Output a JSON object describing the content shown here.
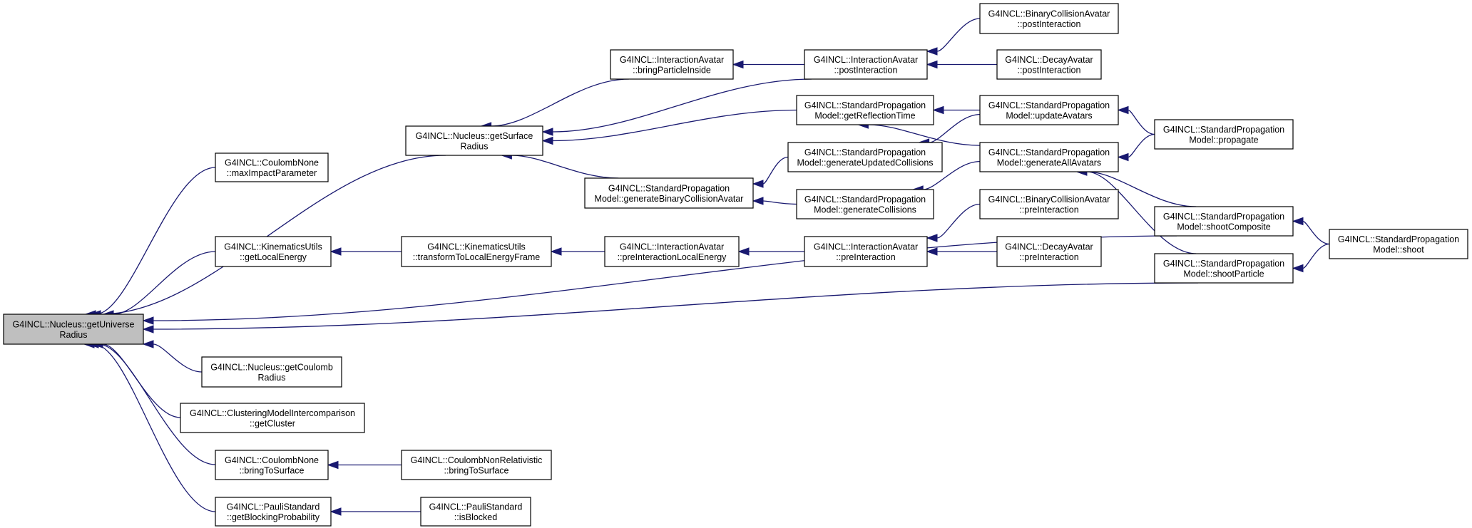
{
  "diagram": {
    "nodes": [
      {
        "id": "root",
        "lines": [
          "G4INCL::Nucleus::getUniverse",
          "Radius"
        ],
        "highlighted": true
      },
      {
        "id": "coulombNone_maxImpact",
        "lines": [
          "G4INCL::CoulombNone",
          "::maxImpactParameter"
        ]
      },
      {
        "id": "nucleus_getSurface",
        "lines": [
          "G4INCL::Nucleus::getSurface",
          "Radius"
        ]
      },
      {
        "id": "kinUtils_getLocalEnergy",
        "lines": [
          "G4INCL::KinematicsUtils",
          "::getLocalEnergy"
        ]
      },
      {
        "id": "nucleus_getCoulomb",
        "lines": [
          "G4INCL::Nucleus::getCoulomb",
          "Radius"
        ]
      },
      {
        "id": "clustering_getCluster",
        "lines": [
          "G4INCL::ClusteringModelIntercomparison",
          "::getCluster"
        ]
      },
      {
        "id": "coulombNone_bring",
        "lines": [
          "G4INCL::CoulombNone",
          "::bringToSurface"
        ]
      },
      {
        "id": "pauli_getBlocking",
        "lines": [
          "G4INCL::PauliStandard",
          "::getBlockingProbability"
        ]
      },
      {
        "id": "iavatar_bringInside",
        "lines": [
          "G4INCL::InteractionAvatar",
          "::bringParticleInside"
        ]
      },
      {
        "id": "spm_genBinary",
        "lines": [
          "G4INCL::StandardPropagation",
          "Model::generateBinaryCollisionAvatar"
        ]
      },
      {
        "id": "kinUtils_transform",
        "lines": [
          "G4INCL::KinematicsUtils",
          "::transformToLocalEnergyFrame"
        ]
      },
      {
        "id": "coulombNonRel_bring",
        "lines": [
          "G4INCL::CoulombNonRelativistic",
          "::bringToSurface"
        ]
      },
      {
        "id": "pauli_isBlocked",
        "lines": [
          "G4INCL::PauliStandard",
          "::isBlocked"
        ]
      },
      {
        "id": "iavatar_postInteraction",
        "lines": [
          "G4INCL::InteractionAvatar",
          "::postInteraction"
        ]
      },
      {
        "id": "spm_getReflection",
        "lines": [
          "G4INCL::StandardPropagation",
          "Model::getReflectionTime"
        ]
      },
      {
        "id": "spm_genUpdated",
        "lines": [
          "G4INCL::StandardPropagation",
          "Model::generateUpdatedCollisions"
        ]
      },
      {
        "id": "spm_genCollisions",
        "lines": [
          "G4INCL::StandardPropagation",
          "Model::generateCollisions"
        ]
      },
      {
        "id": "iavatar_preLocal",
        "lines": [
          "G4INCL::InteractionAvatar",
          "::preInteractionLocalEnergy"
        ]
      },
      {
        "id": "iavatar_preInteraction",
        "lines": [
          "G4INCL::InteractionAvatar",
          "::preInteraction"
        ]
      },
      {
        "id": "binary_post",
        "lines": [
          "G4INCL::BinaryCollisionAvatar",
          "::postInteraction"
        ]
      },
      {
        "id": "decay_post",
        "lines": [
          "G4INCL::DecayAvatar",
          "::postInteraction"
        ]
      },
      {
        "id": "spm_updateAvatars",
        "lines": [
          "G4INCL::StandardPropagation",
          "Model::updateAvatars"
        ]
      },
      {
        "id": "spm_genAll",
        "lines": [
          "G4INCL::StandardPropagation",
          "Model::generateAllAvatars"
        ]
      },
      {
        "id": "binary_pre",
        "lines": [
          "G4INCL::BinaryCollisionAvatar",
          "::preInteraction"
        ]
      },
      {
        "id": "decay_pre",
        "lines": [
          "G4INCL::DecayAvatar",
          "::preInteraction"
        ]
      },
      {
        "id": "spm_propagate",
        "lines": [
          "G4INCL::StandardPropagation",
          "Model::propagate"
        ]
      },
      {
        "id": "spm_shootComposite",
        "lines": [
          "G4INCL::StandardPropagation",
          "Model::shootComposite"
        ]
      },
      {
        "id": "spm_shootParticle",
        "lines": [
          "G4INCL::StandardPropagation",
          "Model::shootParticle"
        ]
      },
      {
        "id": "spm_shoot",
        "lines": [
          "G4INCL::StandardPropagation",
          "Model::shoot"
        ]
      }
    ],
    "edges": [
      [
        "coulombNone_maxImpact",
        "root"
      ],
      [
        "nucleus_getSurface",
        "root"
      ],
      [
        "kinUtils_getLocalEnergy",
        "root"
      ],
      [
        "nucleus_getCoulomb",
        "root"
      ],
      [
        "clustering_getCluster",
        "root"
      ],
      [
        "coulombNone_bring",
        "root"
      ],
      [
        "pauli_getBlocking",
        "root"
      ],
      [
        "spm_shootComposite",
        "root"
      ],
      [
        "spm_shootParticle",
        "root"
      ],
      [
        "iavatar_bringInside",
        "nucleus_getSurface"
      ],
      [
        "iavatar_postInteraction",
        "nucleus_getSurface"
      ],
      [
        "spm_getReflection",
        "nucleus_getSurface"
      ],
      [
        "spm_genBinary",
        "nucleus_getSurface"
      ],
      [
        "kinUtils_transform",
        "kinUtils_getLocalEnergy"
      ],
      [
        "coulombNonRel_bring",
        "coulombNone_bring"
      ],
      [
        "pauli_isBlocked",
        "pauli_getBlocking"
      ],
      [
        "iavatar_postInteraction",
        "iavatar_bringInside"
      ],
      [
        "spm_genUpdated",
        "spm_genBinary"
      ],
      [
        "spm_genCollisions",
        "spm_genBinary"
      ],
      [
        "iavatar_preLocal",
        "kinUtils_transform"
      ],
      [
        "binary_post",
        "iavatar_postInteraction"
      ],
      [
        "decay_post",
        "iavatar_postInteraction"
      ],
      [
        "spm_updateAvatars",
        "spm_getReflection"
      ],
      [
        "spm_genAll",
        "spm_getReflection"
      ],
      [
        "spm_updateAvatars",
        "spm_genUpdated"
      ],
      [
        "spm_genAll",
        "spm_genCollisions"
      ],
      [
        "iavatar_preInteraction",
        "iavatar_preLocal"
      ],
      [
        "binary_pre",
        "iavatar_preInteraction"
      ],
      [
        "decay_pre",
        "iavatar_preInteraction"
      ],
      [
        "spm_propagate",
        "spm_updateAvatars"
      ],
      [
        "spm_propagate",
        "spm_genAll"
      ],
      [
        "spm_shootComposite",
        "spm_genAll"
      ],
      [
        "spm_shootParticle",
        "spm_genAll"
      ],
      [
        "spm_shoot",
        "spm_shootComposite"
      ],
      [
        "spm_shoot",
        "spm_shootParticle"
      ]
    ]
  }
}
